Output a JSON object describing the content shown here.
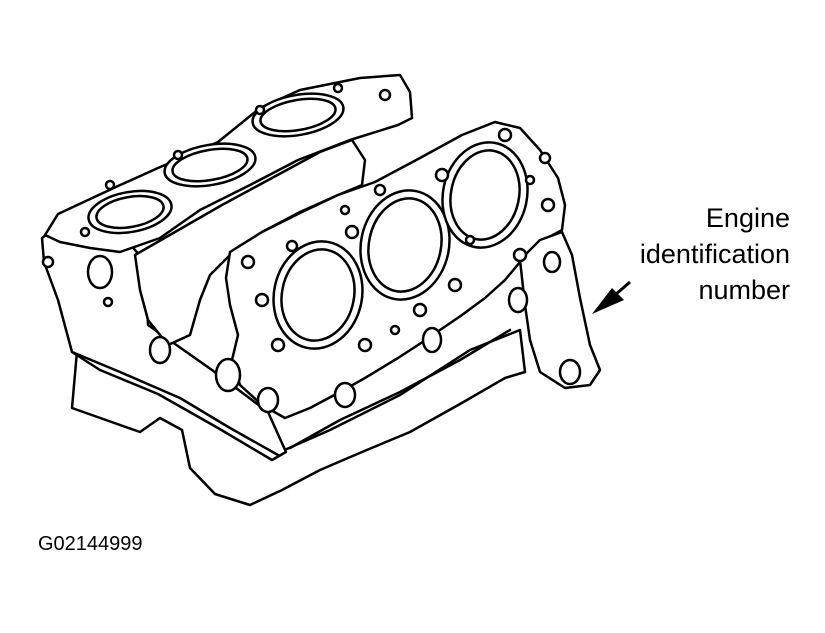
{
  "diagram": {
    "subject": "V6 engine cylinder block illustration",
    "callout_lines": [
      "Engine",
      "identification",
      "number"
    ],
    "figure_id": "G02144999",
    "colors": {
      "line": "#000000",
      "fill": "#ffffff"
    }
  }
}
